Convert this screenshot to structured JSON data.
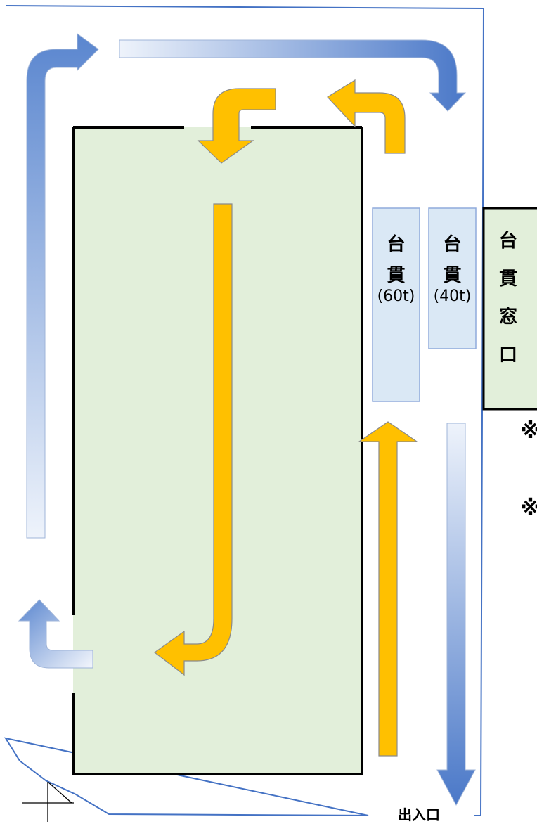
{
  "labels": {
    "scale_60": {
      "c1": "台",
      "c2": "貫",
      "cap": "(60t)"
    },
    "scale_40": {
      "c1": "台",
      "c2": "貫",
      "cap": "(40t)"
    },
    "window": {
      "c1": "台",
      "c2": "貫",
      "c3": "窓",
      "c4": "口"
    },
    "note_mark_1": "※",
    "note_mark_2": "※",
    "entrance": "出入口"
  },
  "colors": {
    "outline": "#4472c4",
    "building_fill": "#e2efda",
    "building_edge": "#000000",
    "scale_fill": "#dae8f5",
    "scale_edge": "#8faadc",
    "orange_arrow": "#ffc000",
    "blue_arrow_light": "#eef3fb",
    "blue_arrow_dark": "#4472c4"
  }
}
